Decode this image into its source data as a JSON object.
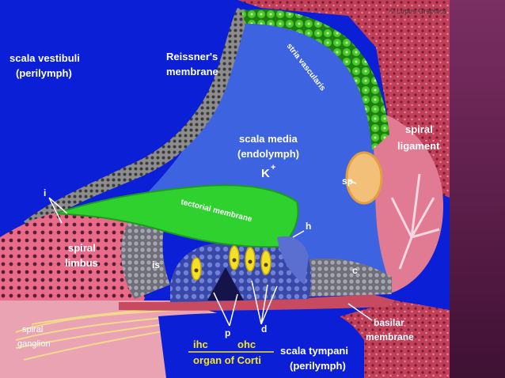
{
  "diagram": {
    "copyright": "© Lupus Graphics",
    "labels": {
      "scala_vestibuli": "scala vestibuli",
      "scala_vestibuli_fluid": "(perilymph)",
      "reissners": "Reissner's",
      "reissners_2": "membrane",
      "stria_vascularis": "stria vascularis",
      "scala_media": "scala media",
      "scala_media_fluid": "(endolymph)",
      "potassium": "K",
      "potassium_charge": "+",
      "spiral_ligament_1": "spiral",
      "spiral_ligament_2": "ligament",
      "sp": "sp",
      "i": "i",
      "tectorial_membrane": "tectorial membrane",
      "h": "h",
      "spiral_limbus_1": "spiral",
      "spiral_limbus_2": "limbus",
      "is": "is",
      "c": "c",
      "basilar_1": "basilar",
      "basilar_2": "membrane",
      "spiral_ganglion_1": "spiral",
      "spiral_ganglion_2": "ganglion",
      "p": "p",
      "d": "d",
      "ihc": "ihc",
      "ohc": "ohc",
      "organ_of_corti": "organ of Corti",
      "scala_tympani": "scala tympani",
      "scala_tympani_fluid": "(perilymph)"
    },
    "colors": {
      "perilymph": "#0a1fd6",
      "endolymph": "#3d63e0",
      "tectorial": "#2fd12f",
      "stria": "#33b51c",
      "ligament": "#d9405c",
      "bone": "#c4495e",
      "hair_cells": "#f2e02a",
      "label_white": "#ffffff",
      "label_yellow": "#f5e51f"
    }
  }
}
